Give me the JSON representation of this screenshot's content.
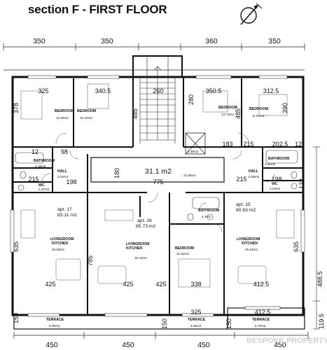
{
  "title": "section F - FIRST FLOOR",
  "watermark": "BESPOKE PROPERTY",
  "top_dims": [
    "350",
    "350",
    "360",
    "350"
  ],
  "bottom_dims": [
    "450",
    "450",
    "450",
    "450"
  ],
  "right_dims": [
    "488.5",
    "119.5"
  ],
  "inner_dims": {
    "d325a": "325",
    "d340": "340.5",
    "d260": "260",
    "d350i": "350.5",
    "d312": "312.5",
    "d378": "378",
    "d485": "485",
    "d280": "280",
    "d485b": "485",
    "d390": "390",
    "d12a": "12",
    "d98a": "98",
    "d183": "183",
    "d215a": "215",
    "d202": "202.5",
    "d12b": "12",
    "d215b": "215",
    "d198a": "198",
    "d180": "180",
    "d775": "775",
    "d215c": "215",
    "d198b": "198",
    "d122": "122",
    "d635a": "635",
    "d785": "785",
    "d635b": "635",
    "d425a": "425",
    "d425b": "425",
    "d425c": "425",
    "d338": "338",
    "d412": "412.5",
    "d150a": "150",
    "d325b": "325",
    "d412b": "412.5",
    "d150b": "150",
    "d150c": "150"
  },
  "rooms": {
    "bed1": {
      "label": "BEDROOM",
      "area": "12.29m2"
    },
    "bed2": {
      "label": "BEDROOM",
      "area": "16.42m2"
    },
    "bed3": {
      "label": "BEDROOM",
      "area": "13.73m2"
    },
    "bed4": {
      "label": "BEDROOM",
      "area": "11.81m2"
    },
    "bath1": {
      "label": "BATHROOM",
      "area": "4.15m2"
    },
    "bath2": {
      "label": "BATHROOM",
      "area": "3.91m2"
    },
    "hall1": {
      "label": "HALL",
      "area": "3.04m2"
    },
    "hall2": {
      "label": "HALL",
      "area": "5.06m2"
    },
    "wc1": {
      "label": "WC",
      "area": "2.37m2"
    },
    "wc2": {
      "label": "WC",
      "area": "2.22m2"
    },
    "lift": {
      "area": "2.38m2"
    },
    "corridor": {
      "area": "23.85m2"
    },
    "bath3": {
      "label": "BATHROOM",
      "area": "4.3m2"
    },
    "liv1": {
      "label": "LIVINGROOM\nKITCHEN",
      "area": "26.99m2"
    },
    "liv2": {
      "label": "LIVINGROOM\nKITCHEN",
      "area": "35.42m2"
    },
    "bed5": {
      "label": "BEDROOM",
      "area": "31.54m2"
    },
    "liv3": {
      "label": "LIVINGROOM\nKITCHEN",
      "area": "26.19m2"
    },
    "ter1": {
      "label": "TERRACE",
      "area": "5.95m2"
    },
    "ter2": {
      "label": "TERRACE",
      "area": "4.55m2"
    },
    "ter3": {
      "label": "TERRACE",
      "area": "5.70m2"
    }
  },
  "stair_area": "31.1 m2",
  "apartments": {
    "apt17": {
      "name": "apt. 17",
      "area": "83.11 m2"
    },
    "apt16": {
      "name": "apt. 16",
      "area": "65.73 m2"
    },
    "apt15": {
      "name": "apt. 15",
      "area": "80.63 m2"
    }
  },
  "icons": [
    "north-arrow-icon"
  ]
}
